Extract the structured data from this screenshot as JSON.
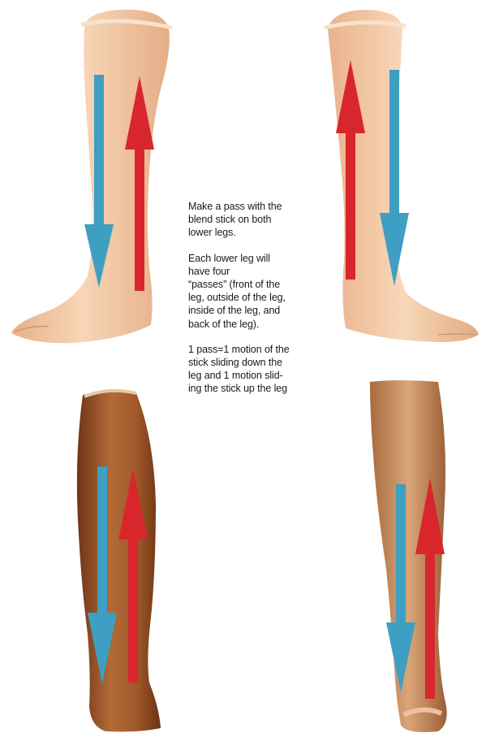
{
  "instructions": {
    "paragraph1": [
      "Make a pass with the",
      "blend stick on both",
      "lower legs."
    ],
    "paragraph2": [
      "Each lower leg will",
      "have four",
      "“passes” (front of the",
      "leg, outside of the leg,",
      "inside of the leg, and",
      "back of the leg)."
    ],
    "paragraph3": [
      "1 pass=1 motion of the",
      "stick sliding down the",
      "leg and 1 motion slid-",
      "ing the stick up the leg"
    ]
  },
  "colors": {
    "arrow_down": "#3f9fc2",
    "arrow_up": "#d8272c",
    "skin_light": "#f3c9a3",
    "skin_dark": "#8a4a22",
    "skin_tan": "#c98c5c"
  },
  "arrows": {
    "down": "blue-arrow-down",
    "up": "red-arrow-up"
  }
}
